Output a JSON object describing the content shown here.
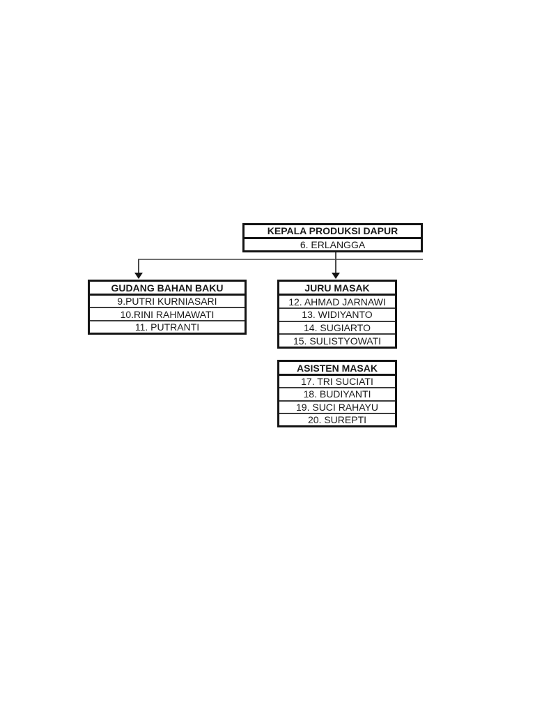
{
  "org_chart": {
    "root": {
      "title": "KEPALA PRODUKSI DAPUR",
      "member": "6. ERLANGGA"
    },
    "branches": [
      {
        "title": "GUDANG BAHAN BAKU",
        "members": [
          "9.PUTRI KURNIASARI",
          "10.RINI RAHMAWATI",
          "11. PUTRANTI"
        ]
      },
      {
        "title": "JURU MASAK",
        "members": [
          "12. AHMAD JARNAWI",
          "13. WIDIYANTO",
          "14. SUGIARTO",
          "15. SULISTYOWATI"
        ]
      },
      {
        "title": "ASISTEN MASAK",
        "members": [
          "17. TRI SUCIATI",
          "18. BUDIYANTI",
          "19. SUCI RAHAYU",
          "20. SUREPTI"
        ]
      }
    ],
    "colors": {
      "box_border": "#141414",
      "row_separator": "#3d3d3d",
      "connector_line": "#707070",
      "arrow": "#141414",
      "text": "#1a1a1a",
      "page_background": "#ffffff"
    }
  }
}
